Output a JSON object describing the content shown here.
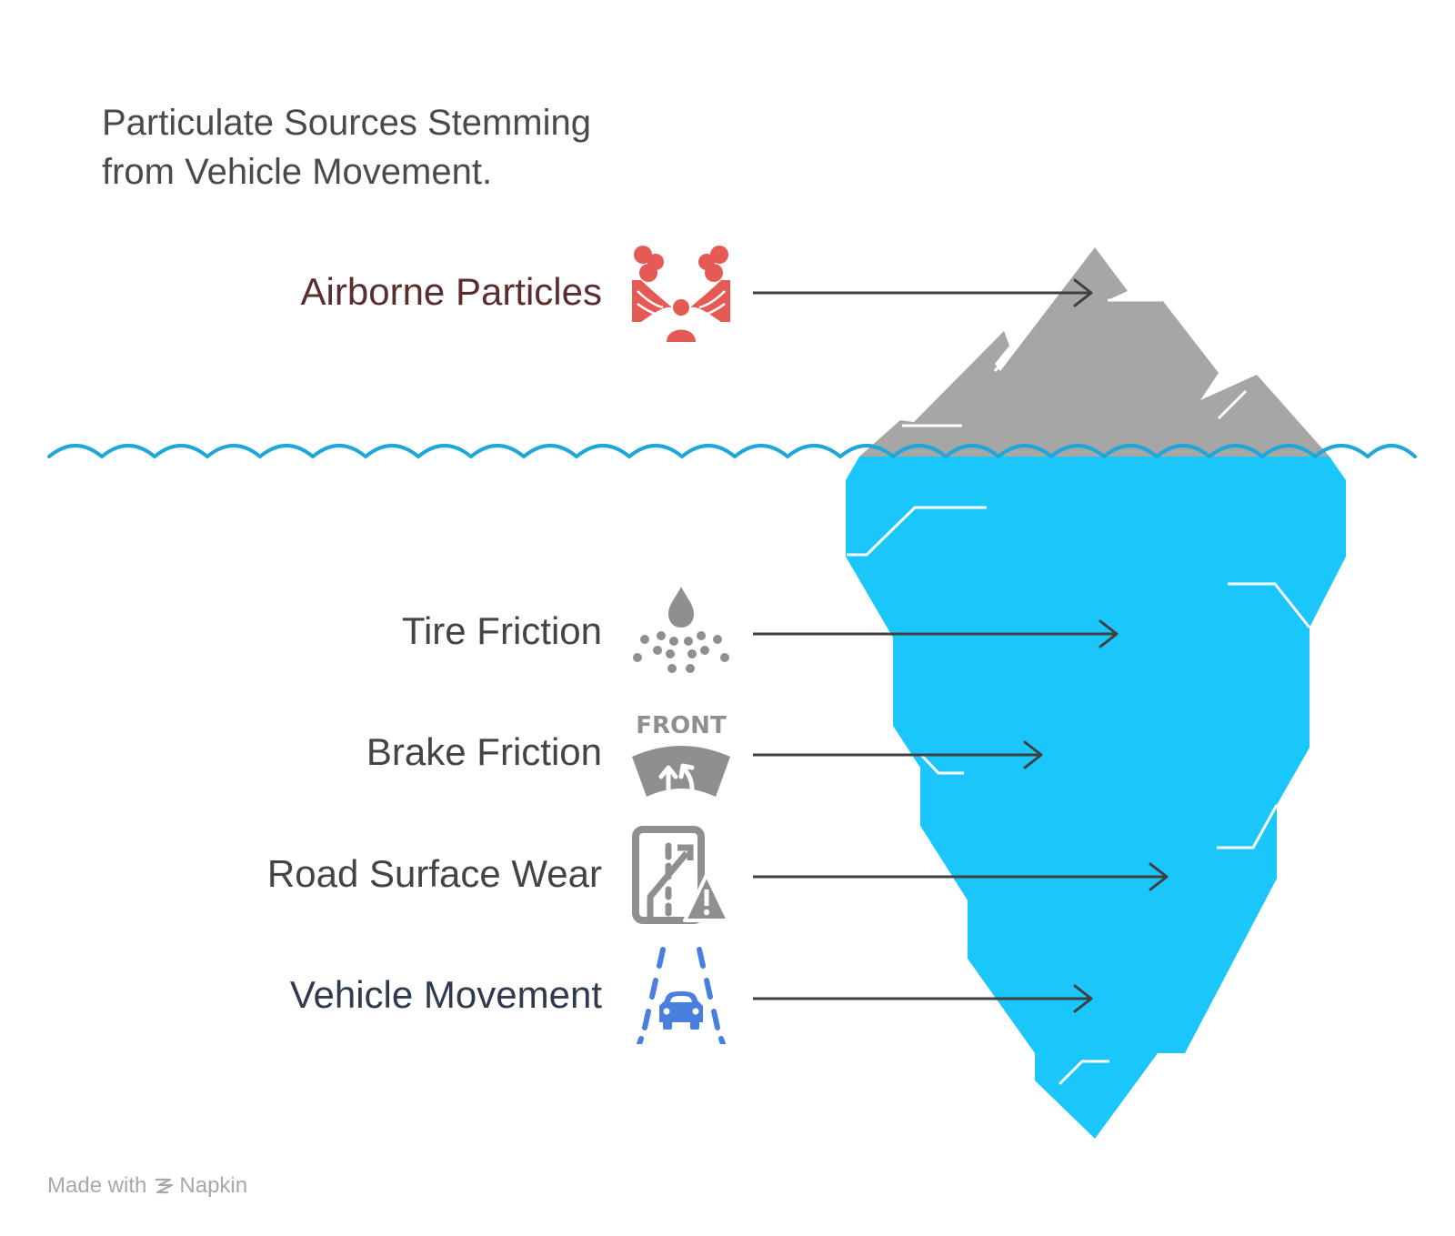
{
  "title": {
    "line1": "Particulate Sources Stemming",
    "line2": "from Vehicle Movement."
  },
  "items": [
    {
      "label": "Airborne Particles",
      "icon": "airborne-particles-icon",
      "color": "#5a2e2e",
      "icon_color": "#e55a55"
    },
    {
      "label": "Tire Friction",
      "icon": "tire-friction-icon",
      "color": "#444444",
      "icon_color": "#8f8f8f"
    },
    {
      "label": "Brake Friction",
      "icon": "brake-friction-icon",
      "color": "#444444",
      "icon_color": "#8f8f8f",
      "icon_text": "FRONT"
    },
    {
      "label": "Road Surface Wear",
      "icon": "road-surface-wear-icon",
      "color": "#444444",
      "icon_color": "#8f8f8f"
    },
    {
      "label": "Vehicle Movement",
      "icon": "vehicle-movement-icon",
      "color": "#2e3a4e",
      "icon_color": "#4a7fe0"
    }
  ],
  "colors": {
    "iceberg_top": "#a6a6a6",
    "iceberg_bottom": "#1bc6fb",
    "water": "#21a6d9",
    "arrow": "#3f3f3f"
  },
  "footer": {
    "made_with": "Made with",
    "brand": "Napkin"
  }
}
